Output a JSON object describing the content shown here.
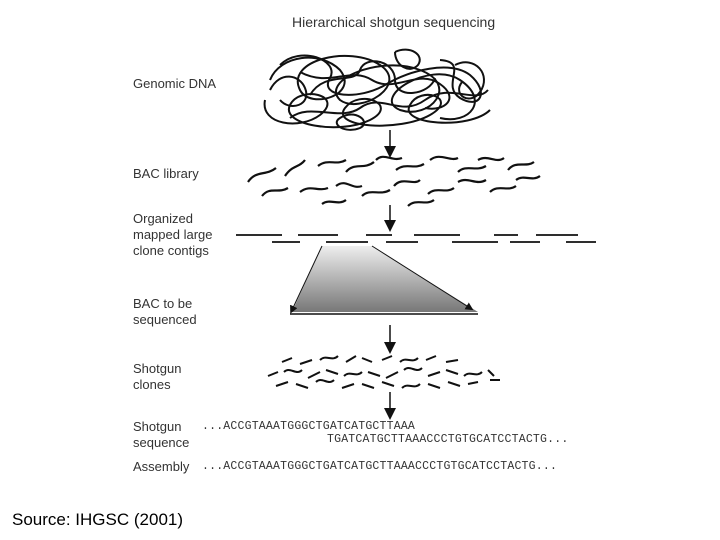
{
  "title": "Hierarchical shotgun sequencing",
  "stages": [
    {
      "label": "Genomic DNA"
    },
    {
      "label": "BAC library"
    },
    {
      "label": "Organized mapped large clone contigs"
    },
    {
      "label": "BAC to be sequenced"
    },
    {
      "label": "Shotgun clones"
    },
    {
      "label": "Shotgun sequence"
    },
    {
      "label": "Assembly"
    }
  ],
  "sequences": {
    "read1": "...ACCGTAAATGGGCTGATCATGCTTAAA",
    "read2": "TGATCATGCTTAAACCCTGTGCATCCTACTG...",
    "assembly": "...ACCGTAAATGGGCTGATCATGCTTAAACCCTGTGCATCCTACTG..."
  },
  "source": "Source: IHGSC (2001)"
}
